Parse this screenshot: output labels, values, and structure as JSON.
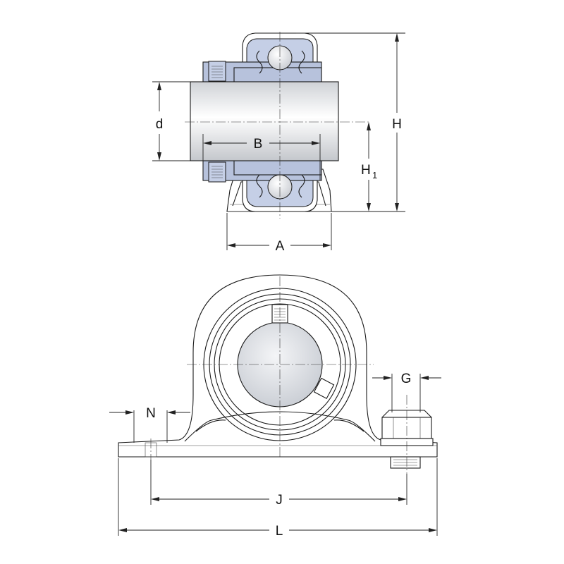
{
  "labels": {
    "d": "d",
    "B": "B",
    "H": "H",
    "H1_main": "H",
    "H1_sub": "1",
    "A": "A",
    "G": "G",
    "N": "N",
    "J": "J",
    "L": "L"
  },
  "colors": {
    "insert_blue": "#b7c2dc",
    "line": "#1a1a1a"
  }
}
